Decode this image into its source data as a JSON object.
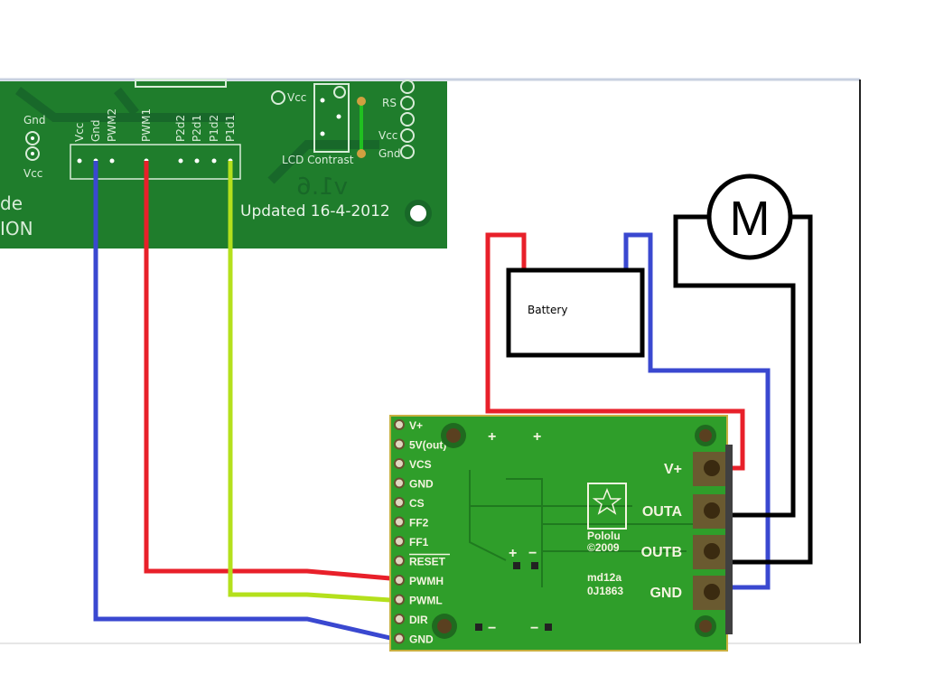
{
  "controller_board": {
    "left_labels": [
      "Gnd",
      "Vcc"
    ],
    "side_text": [
      "de",
      "ION"
    ],
    "header_pins": [
      "Vcc",
      "Gnd",
      "PWM2",
      "PWM1",
      "P2d2",
      "P2d1",
      "P1d2",
      "P1d1"
    ],
    "vcc_label": "Vcc",
    "lcd_contrast": "LCD Contrast",
    "right_labels": [
      "RS",
      "Vcc",
      "Gnd"
    ],
    "version_ghost": "v1.6",
    "updated": "Updated 16-4-2012",
    "color": "#1f7d2c"
  },
  "battery": {
    "label": "Battery"
  },
  "motor": {
    "label": "M"
  },
  "driver_board": {
    "pins": [
      "V+",
      "5V(out)",
      "VCS",
      "GND",
      "CS",
      "FF2",
      "FF1",
      "RESET",
      "PWMH",
      "PWML",
      "DIR",
      "GND"
    ],
    "power_terminals": [
      "V+",
      "OUTA",
      "OUTB",
      "GND"
    ],
    "brand": "Pololu",
    "copyright": "©2009",
    "model": "md12a",
    "serial": "0J1863",
    "plus": "+",
    "minus": "−",
    "color": "#2f9e2a"
  },
  "wire_colors": {
    "red": "#e8202a",
    "blue": "#3a48d0",
    "lime": "#b4e01c",
    "black": "#000000"
  }
}
